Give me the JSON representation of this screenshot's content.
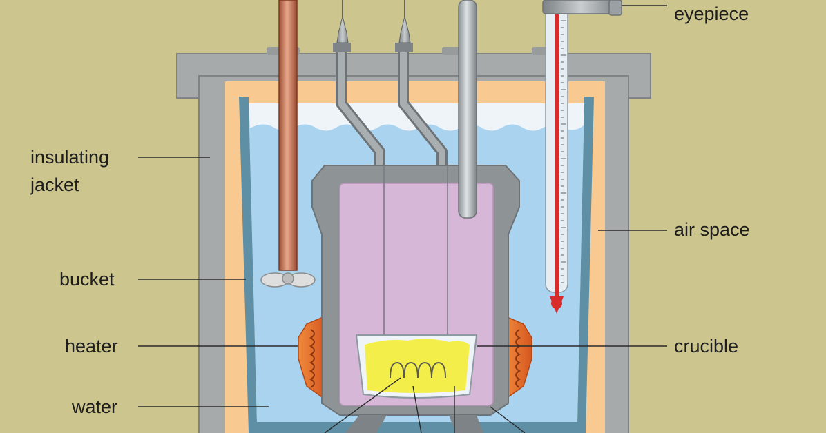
{
  "labels": {
    "insulating_jacket_line1": "insulating",
    "insulating_jacket_line2": "jacket",
    "bucket": "bucket",
    "heater": "heater",
    "water": "water",
    "eyepiece": "eyepiece",
    "air_space": "air space",
    "crucible": "crucible"
  },
  "colors": {
    "background": "#cdc58e",
    "jacket_gray": "#a7aaaa",
    "air_space_orange": "#f8c990",
    "bucket_blue": "#5f8fa4",
    "water_blue": "#a9d3ef",
    "bomb_gray": "#8e9496",
    "inner_pink": "#d7b7d8",
    "heater_orange": "#e86a2c",
    "sample_yellow": "#f4ee4a",
    "stirrer_copper": "#c56f4e",
    "thermometer_red": "#d82c2c"
  }
}
